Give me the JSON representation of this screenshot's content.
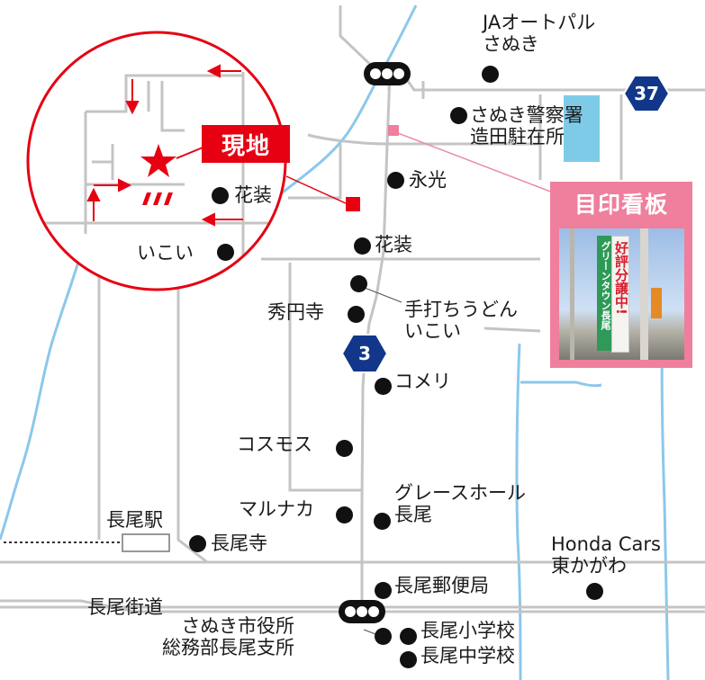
{
  "inset": {
    "badge_label": "現地"
  },
  "sign": {
    "title": "目印看板",
    "photo_text_green": "グリーンタウン長尾",
    "photo_text_red": "好評分譲中!"
  },
  "route_shields": [
    {
      "number": "37"
    },
    {
      "number": "3"
    }
  ],
  "places": {
    "ja_auto_pal": "JAオートパル\nさぬき",
    "police": "さぬき警察署\n造田駐在所",
    "eiko": "永光",
    "kaso_top": "花装",
    "kaso_inset": "花装",
    "ikoi_inset": "いこい",
    "udon_ikoi": "手打ちうどん\nいこい",
    "shuenji": "秀円寺",
    "komeri": "コメリ",
    "cosmos": "コスモス",
    "marunaka": "マルナカ",
    "grace_hall": "グレースホール\n長尾",
    "nagao_station": "長尾駅",
    "nagaoji": "長尾寺",
    "honda_cars": "Honda Cars\n東かがわ",
    "post_office": "長尾郵便局",
    "nagao_kaido": "長尾街道",
    "city_office": "さぬき市役所\n総務部長尾支所",
    "elementary": "長尾小学校",
    "junior_high": "長尾中学校"
  },
  "colors": {
    "road": "#c4c4c4",
    "river": "#8cc8ea",
    "accent_red": "#e60012",
    "sign_pink": "#ef7f9d",
    "shield_blue": "#12378a",
    "police_block": "#7ecbe8"
  }
}
